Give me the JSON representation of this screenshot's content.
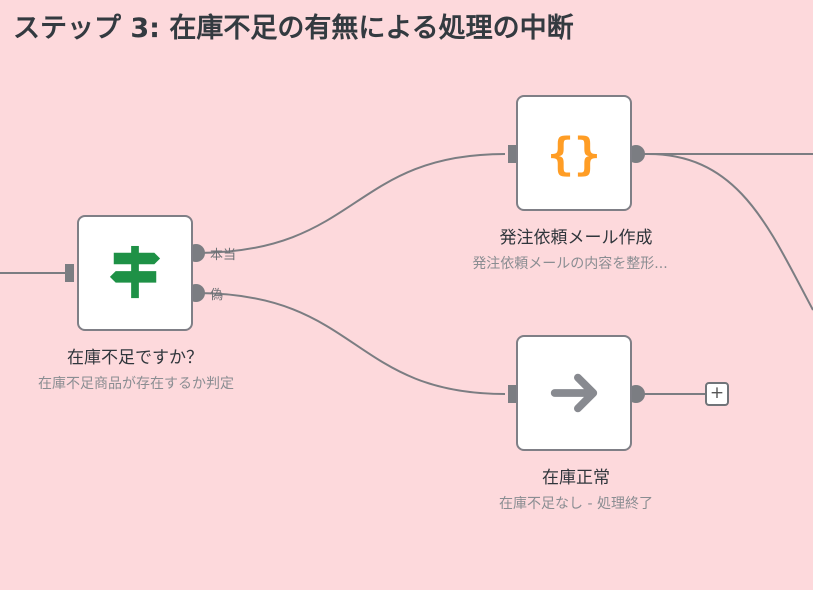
{
  "title": "ステップ 3: 在庫不足の有無による処理の中断",
  "nodes": {
    "check": {
      "title": "在庫不足ですか？",
      "subtitle": "在庫不足商品が存在するか判定",
      "icon": "signpost-icon",
      "color": "#1e9146"
    },
    "email": {
      "title": "発注依頼メール作成",
      "subtitle": "発注依頼メールの内容を整形...",
      "icon": "curly-braces-icon",
      "color": "#ff9d25"
    },
    "normal": {
      "title": "在庫正常",
      "subtitle": "在庫不足なし - 処理終了",
      "icon": "arrow-right-icon",
      "color": "#888a90"
    }
  },
  "ports": {
    "true_label": "本当",
    "false_label": "偽"
  },
  "add_button": "+"
}
